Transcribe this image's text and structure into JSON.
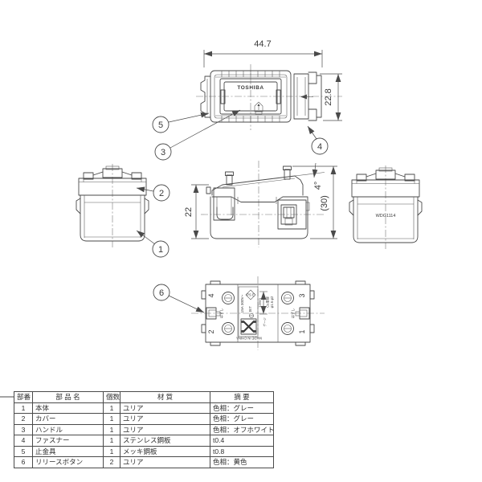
{
  "drawing": {
    "brand": "TOSHIBA",
    "model": "WDG1114",
    "dimensions": {
      "top_width": "44.7",
      "top_height": "22.8",
      "front_height": "22",
      "overall_height": "(30)",
      "handle_angle": "4°"
    },
    "callouts": [
      "1",
      "2",
      "3",
      "4",
      "5",
      "6"
    ],
    "bottom_view": {
      "rating": "15A 300V~",
      "cert_jet": "JET",
      "cert_pse": "PS E",
      "origin": "MADE IN CHINA",
      "wire_sizes": "φ1.6 φ2",
      "wire_type": "Cu単線",
      "strip_length": "12mm",
      "gauge_label": "ゲージ",
      "release_label": "はずし",
      "terminals": [
        "4",
        "3",
        "2",
        "1"
      ]
    }
  },
  "parts_table": {
    "headers": [
      "部番",
      "部 品 名",
      "個数",
      "材 質",
      "摘 要"
    ],
    "rows": [
      [
        "1",
        "本体",
        "1",
        "ユリア",
        "色相：グレー"
      ],
      [
        "2",
        "カバー",
        "1",
        "ユリア",
        "色相：グレー"
      ],
      [
        "3",
        "ハンドル",
        "1",
        "ユリア",
        "色相：オフホワイト"
      ],
      [
        "4",
        "ファスナー",
        "1",
        "ステンレス鋼板",
        "t0.4"
      ],
      [
        "5",
        "止金具",
        "1",
        "メッキ鋼板",
        "t0.8"
      ],
      [
        "6",
        "リリースボタン",
        "2",
        "ユリア",
        "色相：黄色"
      ]
    ]
  }
}
